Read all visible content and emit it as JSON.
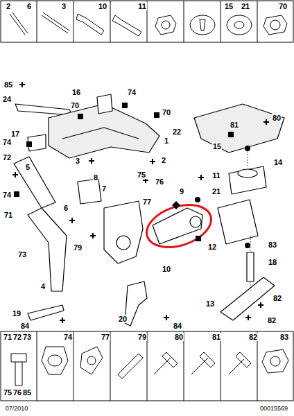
{
  "diagram": {
    "labels": [
      "2",
      "6",
      "3",
      "10",
      "11",
      "15",
      "21",
      "70",
      "71",
      "72",
      "73",
      "74",
      "77",
      "79",
      "80",
      "81",
      "82",
      "83",
      "75",
      "76",
      "85",
      "07/2010",
      "00015569",
      "85",
      "24",
      "16",
      "74",
      "70",
      "70",
      "17",
      "74",
      "1",
      "72",
      "5",
      "3",
      "2",
      "7",
      "74",
      "6",
      "75",
      "76",
      "71",
      "8",
      "73",
      "79",
      "4",
      "77",
      "9",
      "11",
      "21",
      "12",
      "10",
      "19",
      "84",
      "20",
      "84",
      "22",
      "81",
      "80",
      "15",
      "14",
      "83",
      "18",
      "13",
      "82",
      "82"
    ]
  }
}
